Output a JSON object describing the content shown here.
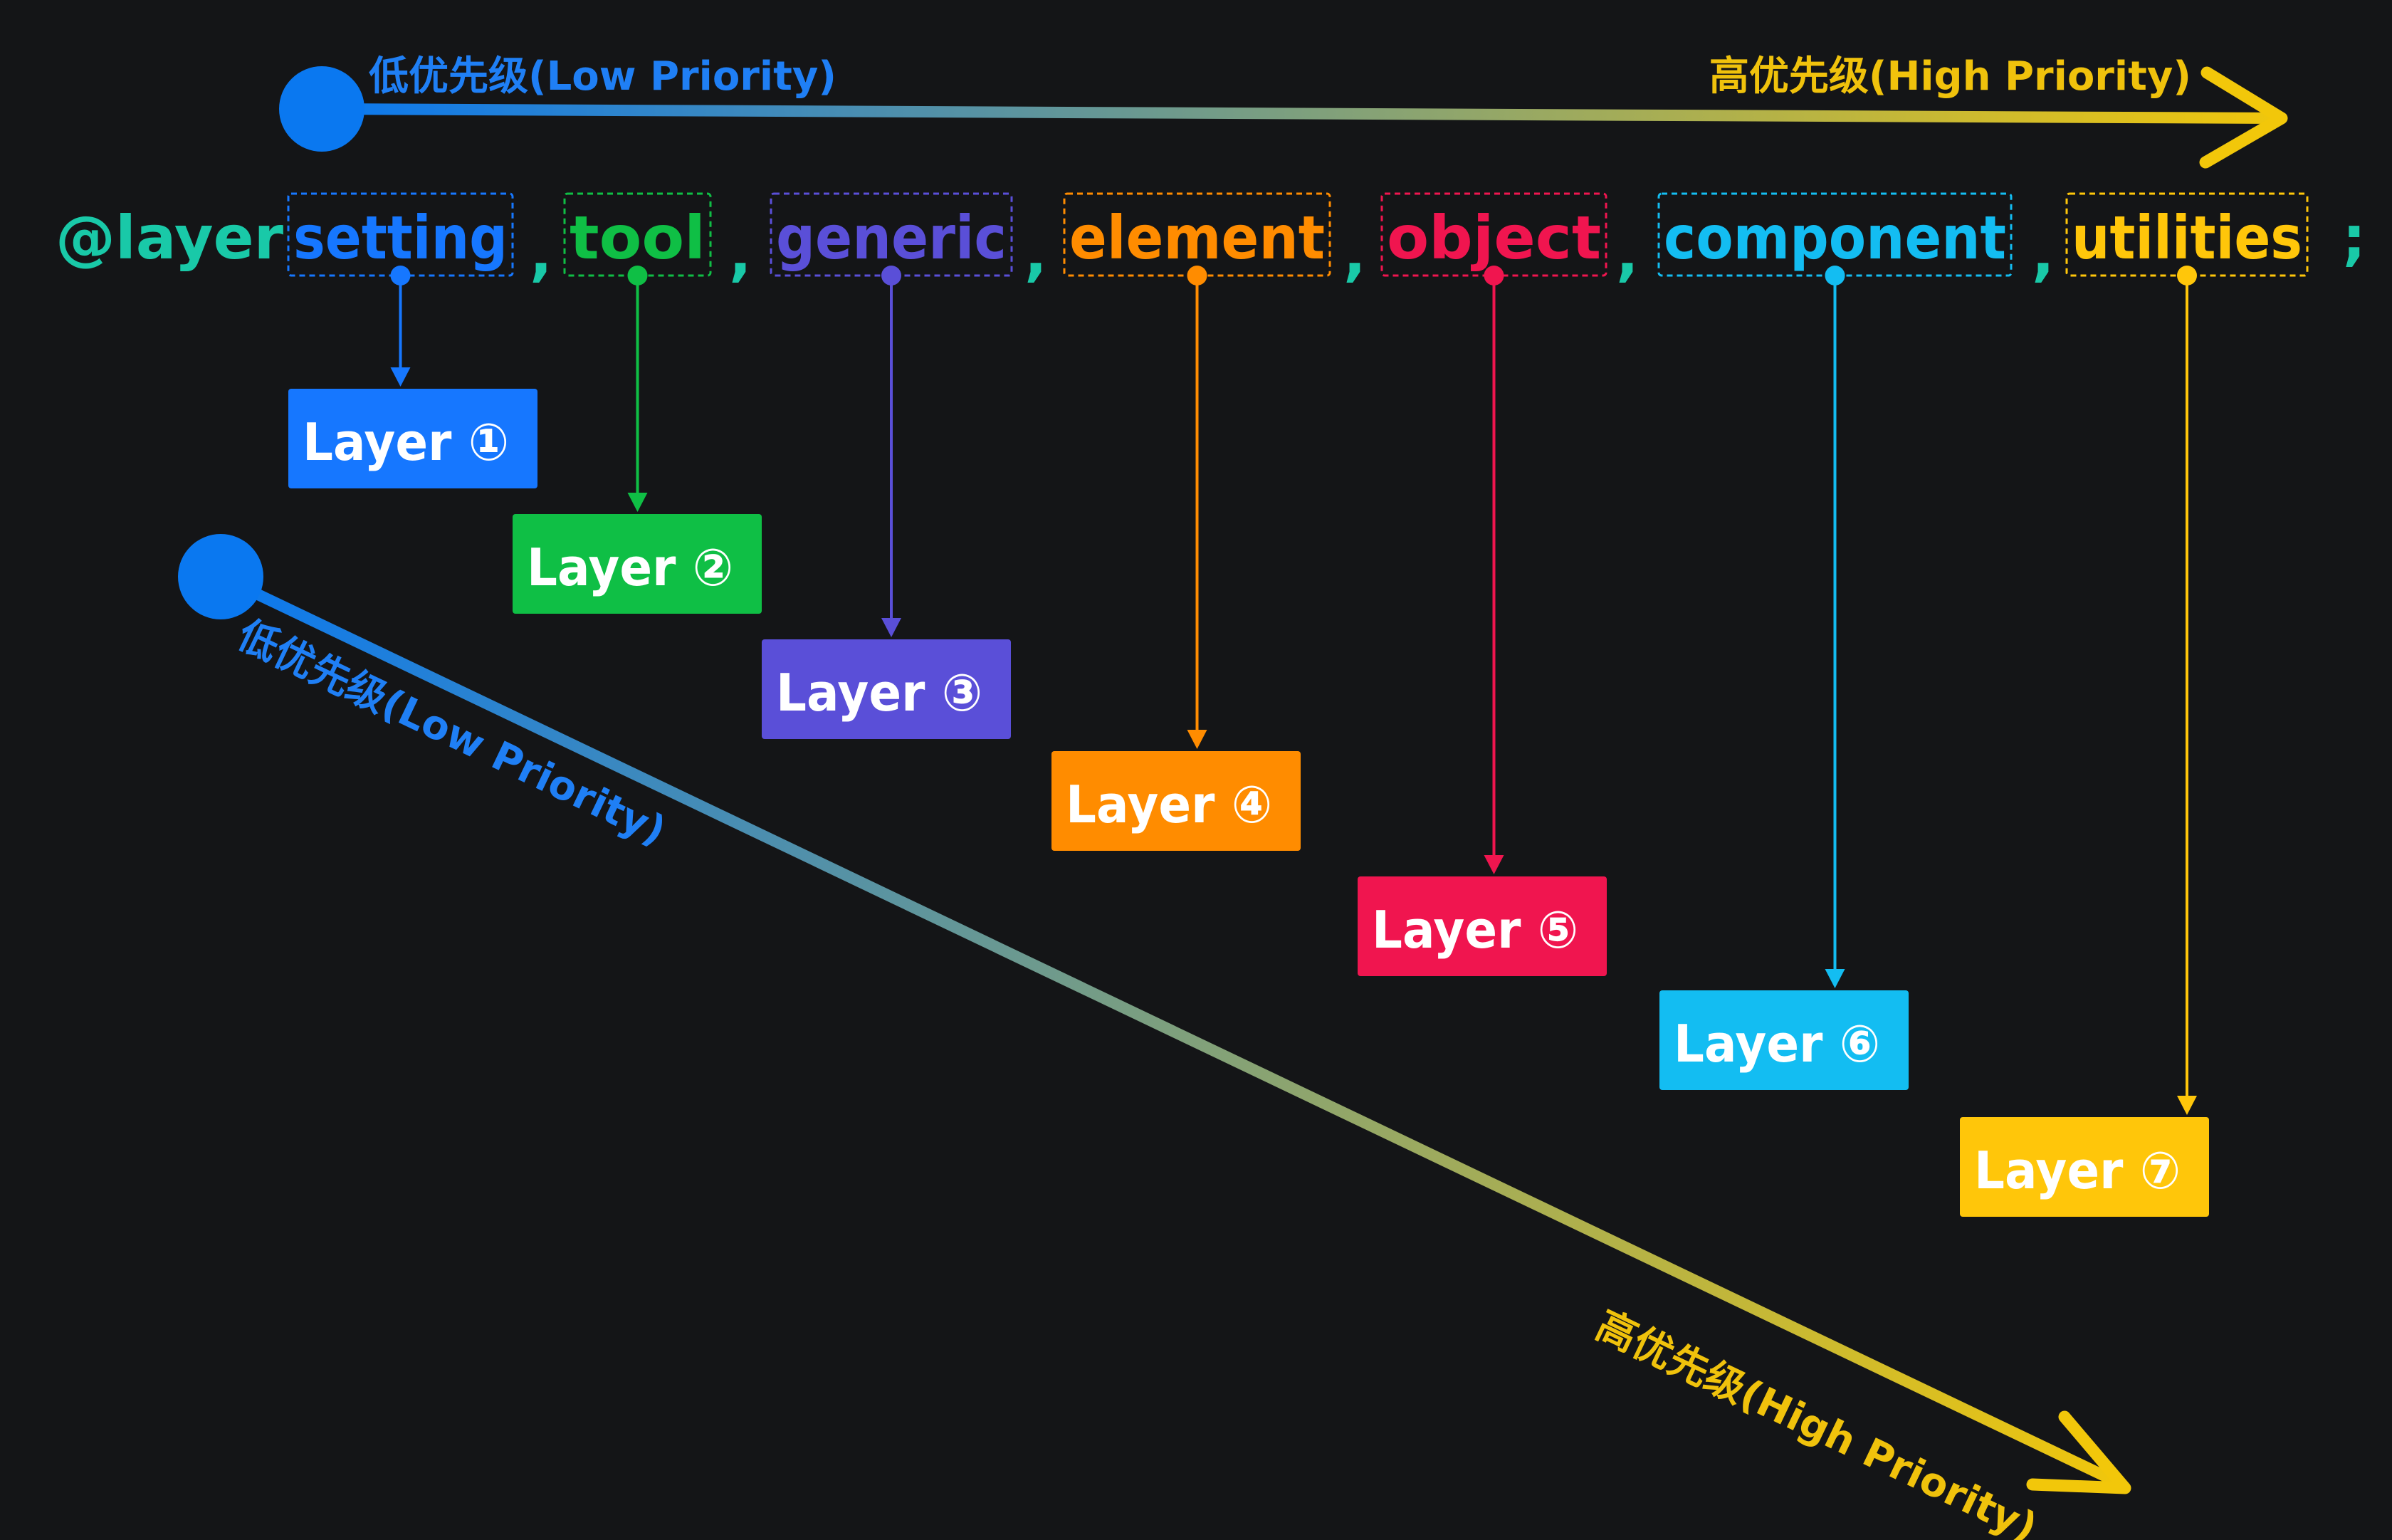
{
  "top_axis": {
    "low_label": "低优先级(Low Priority)",
    "high_label": "高优先级(High Priority)"
  },
  "diagonal_axis": {
    "low_label": "低优先级(Low Priority)",
    "high_label": "高优先级(High Priority)"
  },
  "code": {
    "keyword": "@layer",
    "separator": ",",
    "terminator": ";"
  },
  "layers": [
    {
      "name": "setting",
      "box_label": "Layer ①",
      "color": "#1677ff"
    },
    {
      "name": "tool",
      "box_label": "Layer ②",
      "color": "#0fbf45"
    },
    {
      "name": "generic",
      "box_label": "Layer ③",
      "color": "#5a4fd8"
    },
    {
      "name": "element",
      "box_label": "Layer ④",
      "color": "#ff8c00"
    },
    {
      "name": "object",
      "box_label": "Layer ⑤",
      "color": "#f0154f"
    },
    {
      "name": "component",
      "box_label": "Layer ⑥",
      "color": "#13bdf2"
    },
    {
      "name": "utilities",
      "box_label": "Layer ⑦",
      "color": "#ffc60a"
    }
  ],
  "colors": {
    "background": "#141517",
    "keyword": "#19c9a8",
    "gradient_start": "#0a78f0",
    "gradient_end": "#f2c70a",
    "low_text": "#1f7ff5",
    "high_text": "#f0c20c",
    "box_text": "#ffffff"
  }
}
